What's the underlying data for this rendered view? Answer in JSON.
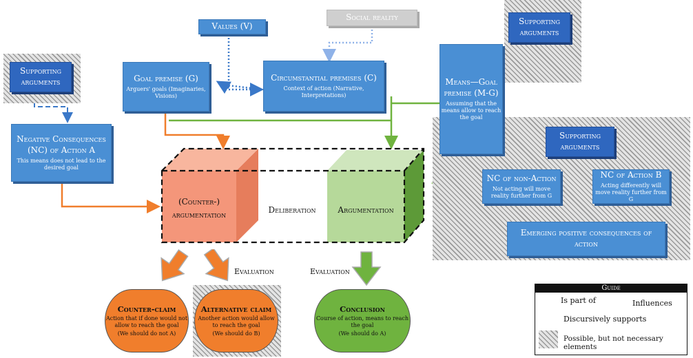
{
  "nodes": {
    "values": "Values (V)",
    "social_reality": "Social reality",
    "supporting_left": "Supporting arguments",
    "supporting_top_right": "Supporting arguments",
    "supporting_mid_right": "Supporting arguments",
    "goal_premise": {
      "title": "Goal premise (G)",
      "sub": "Arguers' goals (Imaginaries, Visions)"
    },
    "circumstantial": {
      "title": "Circumstantial premises (C)",
      "sub": "Context of action (Narrative, Interpretations)"
    },
    "means_goal": {
      "title": "Means—Goal premise (M-G)",
      "sub": "Assuming that the means allow to reach the goal"
    },
    "negative_consequences": {
      "title": "Negative Consequences (NC) of Action A",
      "sub": "This means does not lead to the desired goal"
    },
    "nc_non_action": {
      "title": "NC of non-Action",
      "sub": "Not acting will move reality further from G"
    },
    "nc_action_b": {
      "title": "NC of Action B",
      "sub": "Acting differently will move reality further from G"
    },
    "emerging": "Emerging positive consequences of action",
    "counter_argumentation": "(Counter-) argumentation",
    "deliberation": "Deliberation",
    "argumentation": "Argumentation",
    "evaluation_left": "Evaluation",
    "evaluation_right": "Evaluation",
    "counter_claim": {
      "title": "Counter-claim",
      "sub": "Action that if done would not allow to reach the goal",
      "note": "(We should do not A)"
    },
    "alternative_claim": {
      "title": "Alternative claim",
      "sub": "Another action would allow to reach the goal",
      "note": "(We should do B)"
    },
    "conclusion": {
      "title": "Conclusion",
      "sub": "Course of action, means to reach the goal",
      "note": "(We should do A)"
    }
  },
  "guide": {
    "title": "Guide",
    "is_part_of": "Is part of",
    "influences": "Influences",
    "discursively_supports": "Discursively supports",
    "possible": "Possible, but not necessary elements"
  },
  "colors": {
    "box_blue": "#4a8fd4",
    "dark_blue": "#2f67bf",
    "orange": "#f07e2c",
    "salmon": "#f4967a",
    "green": "#6fb33f",
    "light_green": "#b6d99a",
    "grey": "#cfcfcf"
  }
}
